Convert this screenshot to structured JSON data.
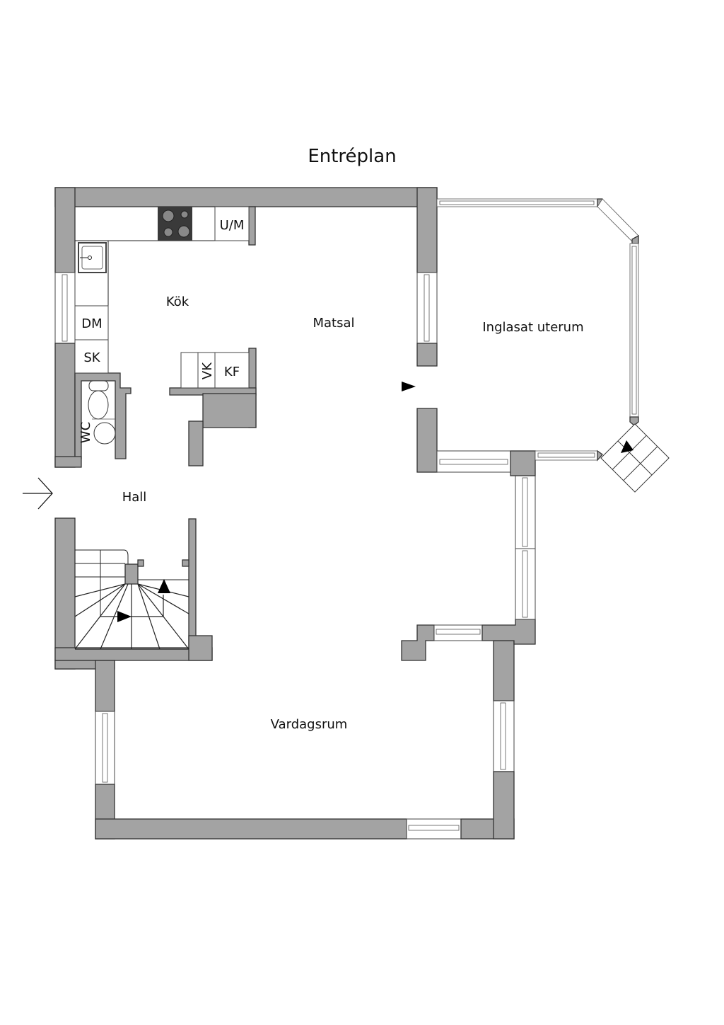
{
  "title": "Entréplan",
  "rooms": {
    "kitchen": "Kök",
    "dining": "Matsal",
    "sunroom": "Inglasat uterum",
    "hall": "Hall",
    "living": "Vardagsrum",
    "wc": "WC"
  },
  "fixtures": {
    "um": "U/M",
    "dm": "DM",
    "sk": "SK",
    "vk": "VK",
    "kf": "KF"
  },
  "colors": {
    "wall": "#a3a3a3",
    "outline": "#333333",
    "stove": "#3a3a3a"
  }
}
